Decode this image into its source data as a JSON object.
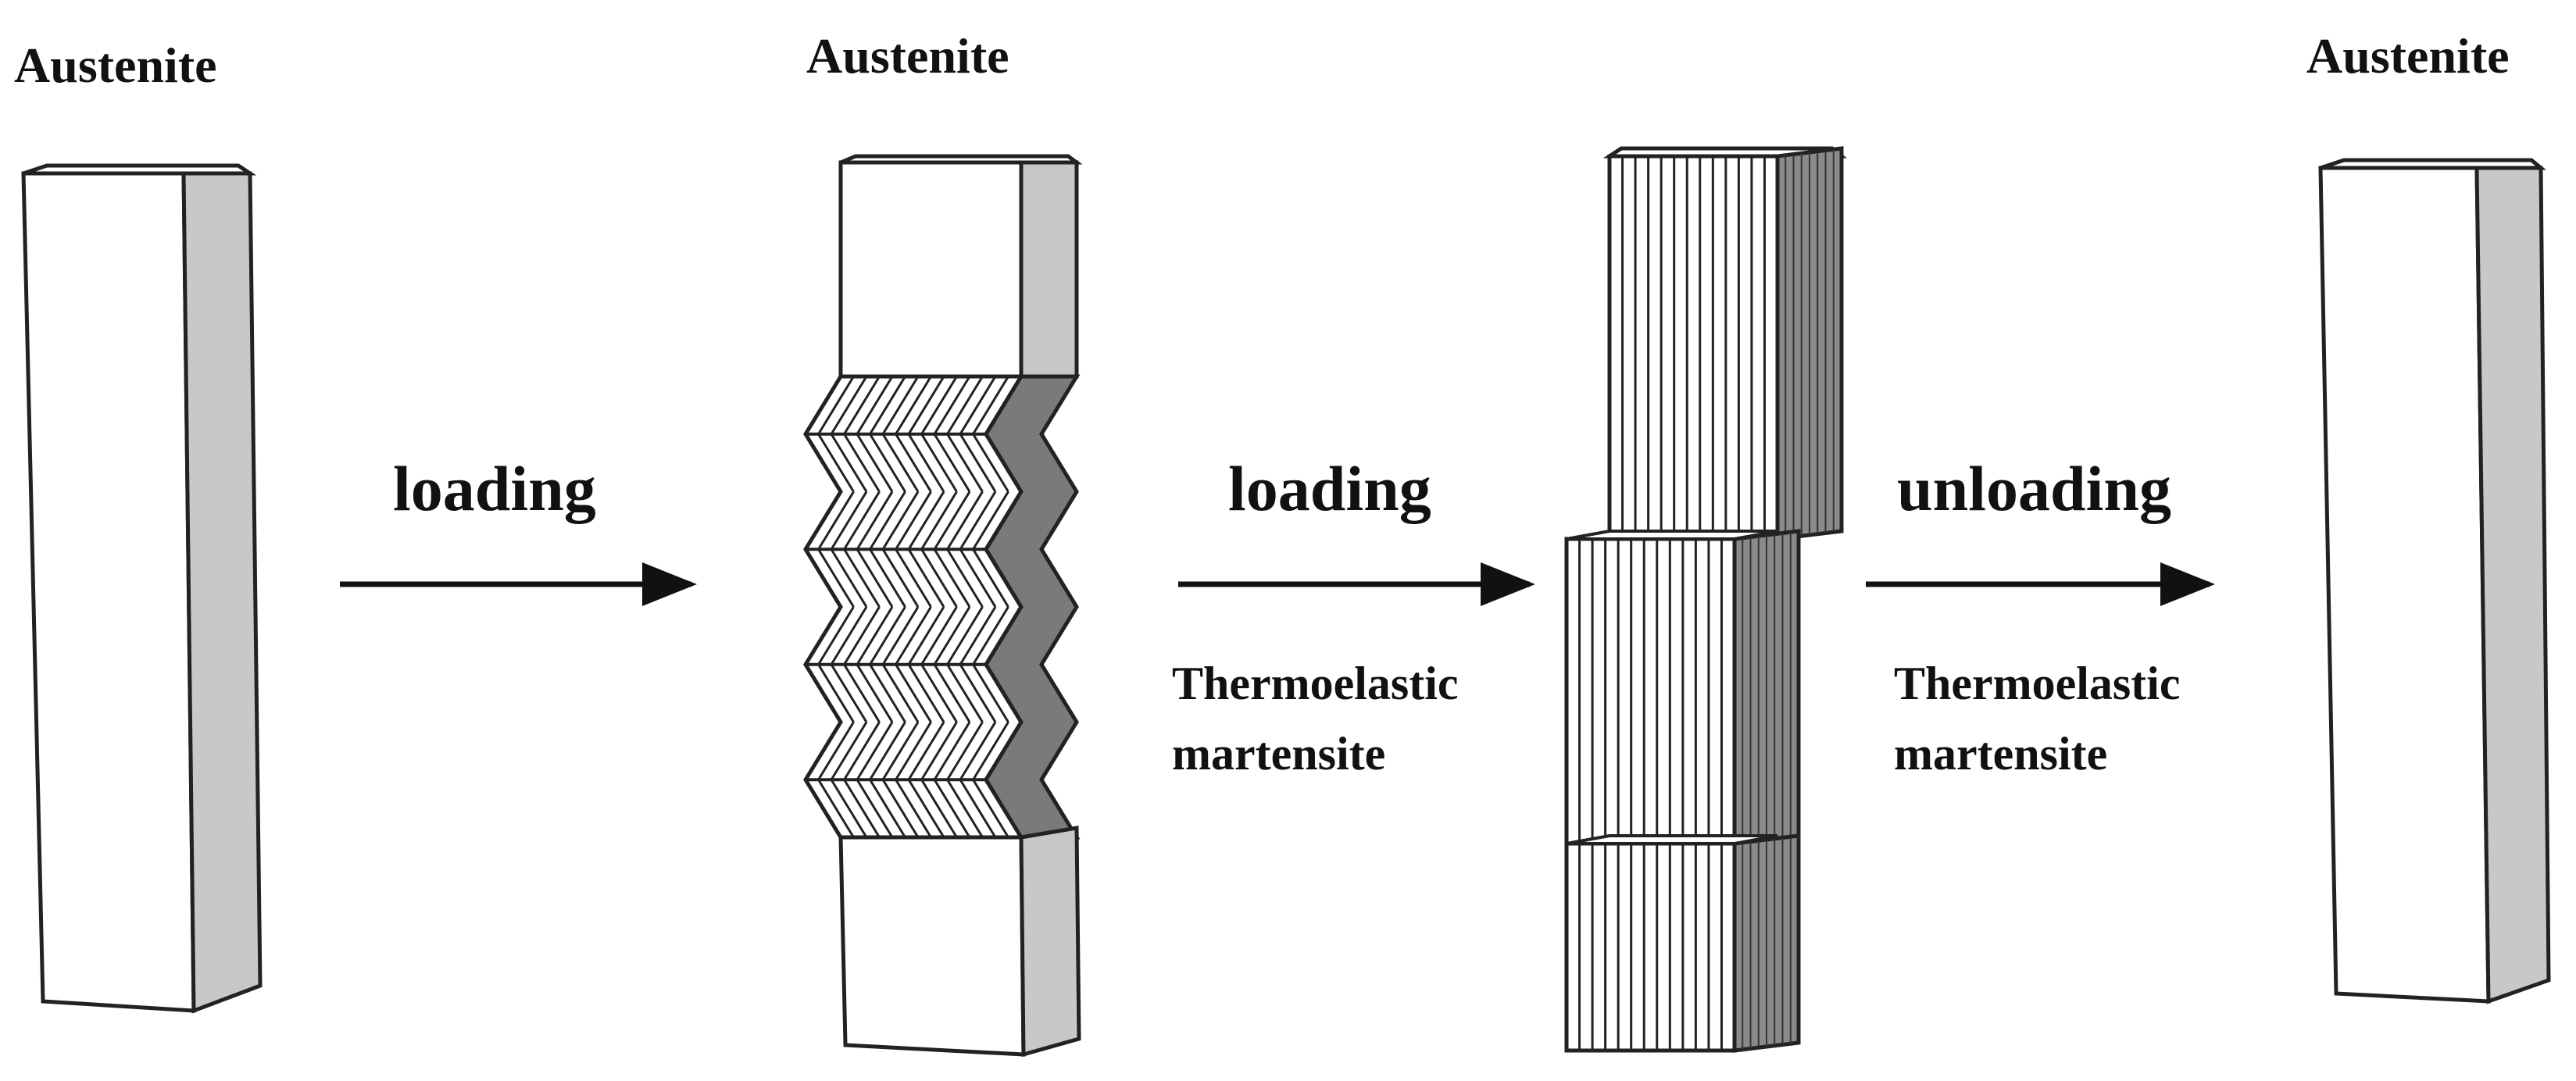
{
  "titles": {
    "stage1": "Austenite",
    "stage2": "Austenite",
    "stage4": "Austenite"
  },
  "steps": {
    "step1": {
      "verb": "loading"
    },
    "step2": {
      "verb": "loading",
      "note_line1": "Thermoelastic",
      "note_line2": "martensite"
    },
    "step3": {
      "verb": "unloading",
      "note_line1": "Thermoelastic",
      "note_line2": "martensite"
    }
  },
  "colors": {
    "face": "#ffffff",
    "side": "#c8c8c8",
    "dark_side": "#9a9a9a",
    "line": "#222222"
  }
}
